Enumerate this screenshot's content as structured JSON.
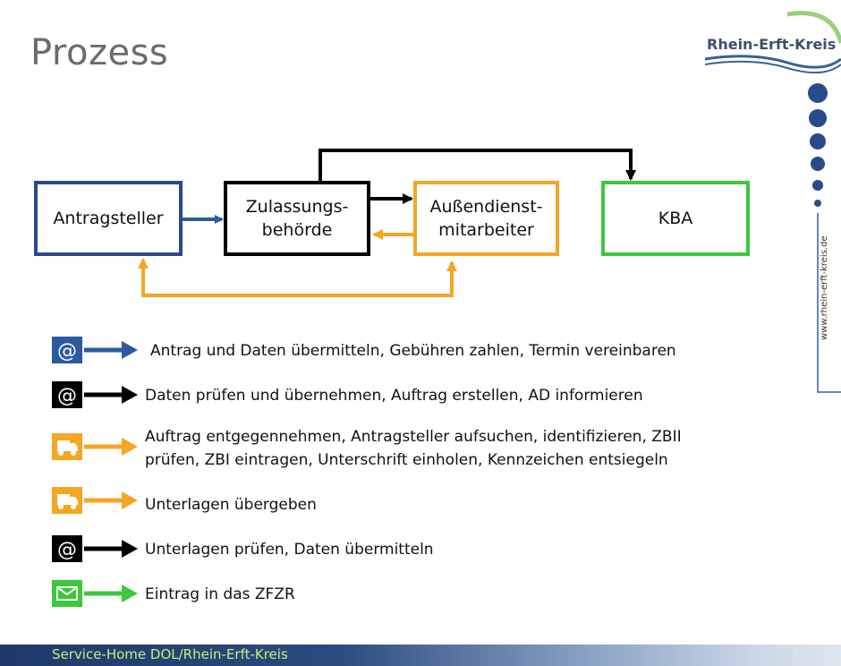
{
  "slide": {
    "title": "Prozess",
    "logo_text": "Rhein-Erft-Kreis",
    "url": "www.rhein-erft-kreis.de",
    "footer": "Service-Home DOL/Rhein-Erft-Kreis",
    "page_number": "7"
  },
  "diagram": {
    "nodes": [
      {
        "id": "antragsteller",
        "label": "Antragsteller",
        "color": "#2b4a8b"
      },
      {
        "id": "zulassung",
        "label_line1": "Zulassungs-",
        "label_line2": "behörde",
        "color": "#000000"
      },
      {
        "id": "aussendienst",
        "label_line1": "Außendienst-",
        "label_line2": "mitarbeiter",
        "color": "#f5a623"
      },
      {
        "id": "kba",
        "label": "KBA",
        "color": "#3cc83c"
      }
    ]
  },
  "legend": [
    {
      "icon": "email-at-icon",
      "color": "#2b5aa0",
      "text": "Antrag und Daten übermitteln, Gebühren zahlen, Termin vereinbaren"
    },
    {
      "icon": "email-at-icon",
      "color": "#000000",
      "text": "Daten prüfen und übernehmen, Auftrag erstellen, AD informieren"
    },
    {
      "icon": "truck-icon",
      "color": "#f5a623",
      "text_line1": "Auftrag entgegennehmen, Antragsteller aufsuchen, identifizieren, ZBII",
      "text_line2": "prüfen, ZBI eintragen, Unterschrift einholen, Kennzeichen entsiegeln"
    },
    {
      "icon": "truck-icon",
      "color": "#f5a623",
      "text": "Unterlagen übergeben"
    },
    {
      "icon": "email-at-icon",
      "color": "#000000",
      "text": "Unterlagen prüfen, Daten übermitteln"
    },
    {
      "icon": "envelope-icon",
      "color": "#3cc83c",
      "text": "Eintrag in das ZFZR"
    }
  ]
}
